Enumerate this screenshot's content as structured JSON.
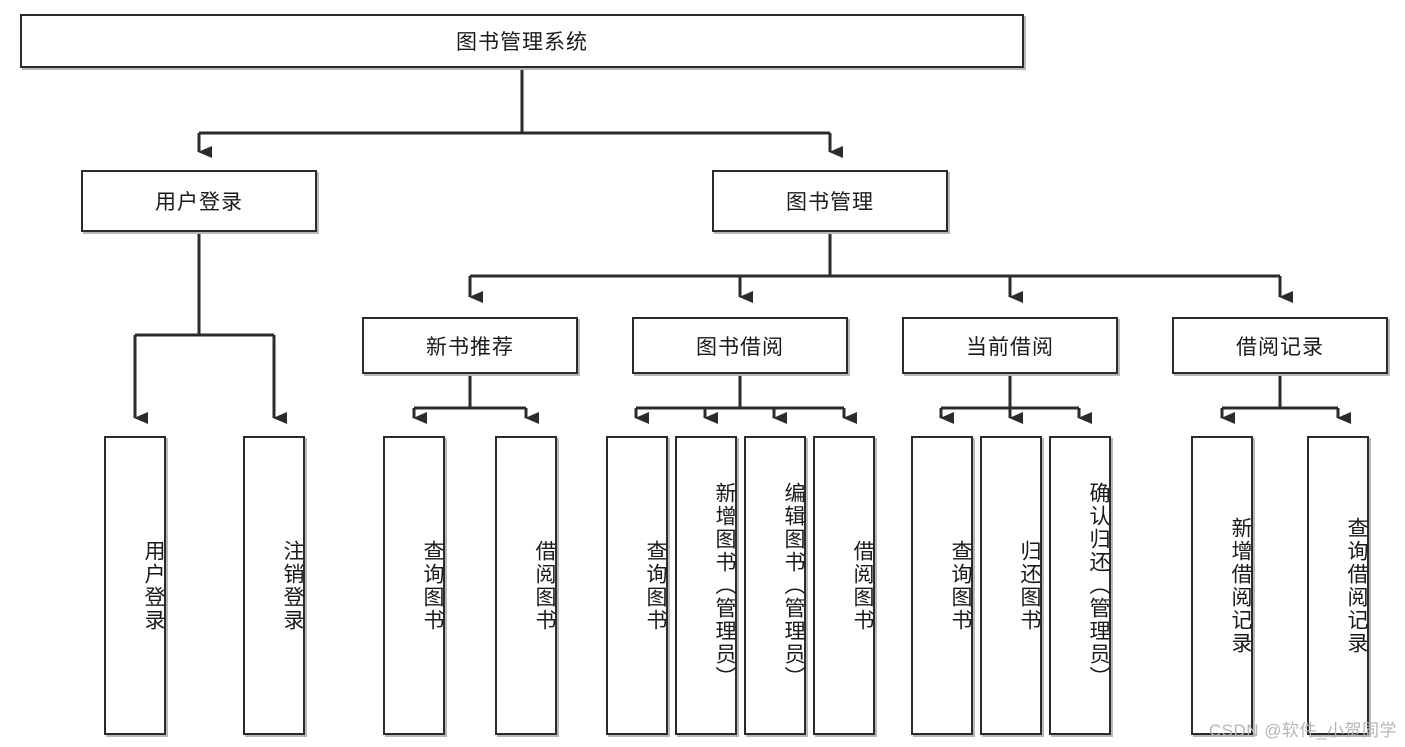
{
  "diagram": {
    "title": "图书管理系统",
    "type": "tree",
    "watermark": "CSDN @软件_小贺同学",
    "colors": {
      "box_border": "#2b2b2b",
      "box_fill": "#ffffff",
      "shadow": "#b8b8b8",
      "connector": "#2b2b2b",
      "watermark_text": "#b6b6b6",
      "background": "#ffffff"
    },
    "levels": {
      "root": {
        "label": "图书管理系统"
      },
      "level2": [
        {
          "label": "用户登录"
        },
        {
          "label": "图书管理"
        }
      ],
      "level3": [
        {
          "label": "新书推荐"
        },
        {
          "label": "图书借阅"
        },
        {
          "label": "当前借阅"
        },
        {
          "label": "借阅记录"
        }
      ],
      "leaves": {
        "user_login": [
          {
            "label": "用户登录"
          },
          {
            "label": "注销登录"
          }
        ],
        "new_book_recommend": [
          {
            "label": "查询图书"
          },
          {
            "label": "借阅图书"
          }
        ],
        "book_borrow": [
          {
            "label": "查询图书"
          },
          {
            "label": "新增图书（管理员）"
          },
          {
            "label": "编辑图书（管理员）"
          },
          {
            "label": "借阅图书"
          }
        ],
        "current_borrow": [
          {
            "label": "查询图书"
          },
          {
            "label": "归还图书"
          },
          {
            "label": "确认归还（管理员）"
          }
        ],
        "borrow_record": [
          {
            "label": "新增借阅记录"
          },
          {
            "label": "查询借阅记录"
          }
        ]
      }
    }
  }
}
